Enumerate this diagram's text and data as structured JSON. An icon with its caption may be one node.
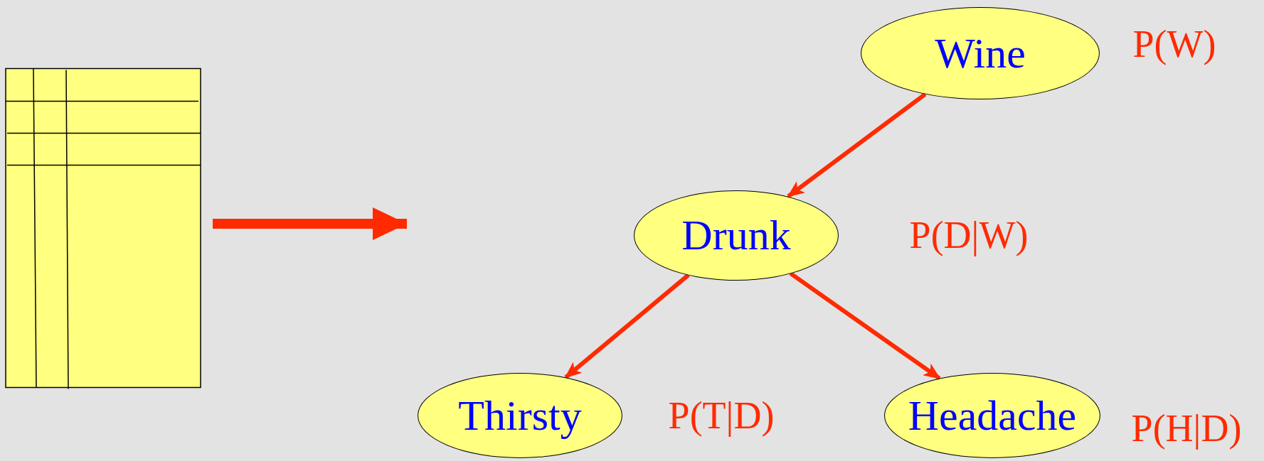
{
  "diagram": {
    "nodes": [
      {
        "text": [],
        "shape": "box"
      },
      {
        "text": [
          "Wine"
        ],
        "beside": [
          "P(W)"
        ]
      },
      {
        "text": [
          "Drunk"
        ],
        "beside": [
          "P(D|W)"
        ]
      },
      {
        "text": [
          "Thirsty"
        ],
        "beside": [
          "P(T|D)"
        ]
      },
      {
        "text": [
          "Headache"
        ],
        "beside": [
          "P(H|D)"
        ]
      }
    ],
    "edges": [
      {
        "from": 0,
        "to": null,
        "arrow": "to",
        "style": "thick"
      },
      {
        "from": 1,
        "to": 2,
        "arrow": "to"
      },
      {
        "from": 2,
        "to": 3,
        "arrow": "to"
      },
      {
        "from": 2,
        "to": 4,
        "arrow": "to"
      }
    ]
  }
}
